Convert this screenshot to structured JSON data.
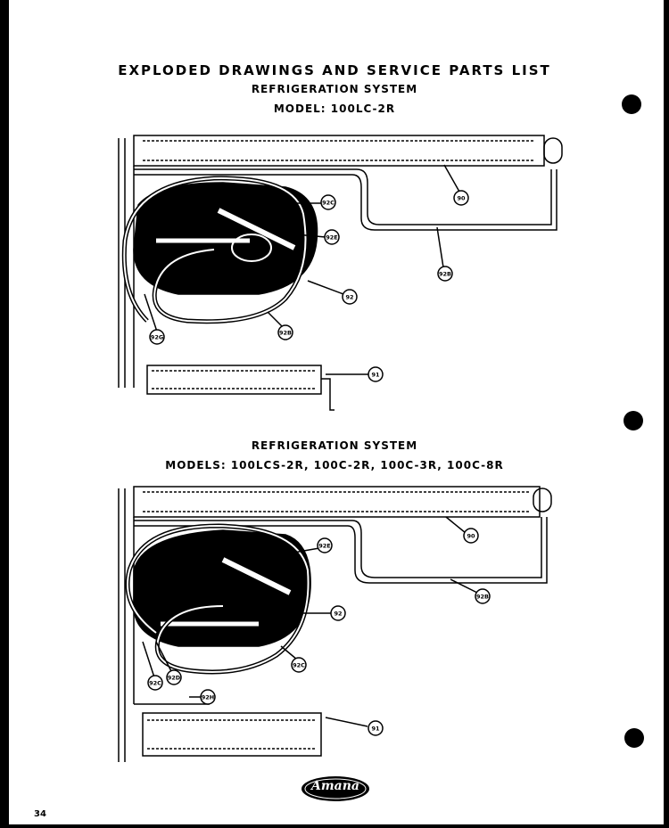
{
  "header": {
    "title": "EXPLODED DRAWINGS AND SERVICE PARTS LIST",
    "subtitle": "REFRIGERATION SYSTEM",
    "model_line": "MODEL: 100LC-2R"
  },
  "section2": {
    "subtitle": "REFRIGERATION SYSTEM",
    "model_line": "MODELS: 100LCS-2R, 100C-2R, 100C-3R, 100C-8R"
  },
  "diagram1": {
    "callouts": [
      "92C",
      "92E",
      "90",
      "92B",
      "92",
      "92B",
      "92G",
      "91"
    ]
  },
  "diagram2": {
    "callouts": [
      "92E",
      "90",
      "92B",
      "92",
      "92C",
      "92C",
      "92D",
      "92H",
      "91"
    ]
  },
  "footer": {
    "page_number": "34",
    "logo_text": "Amana"
  }
}
